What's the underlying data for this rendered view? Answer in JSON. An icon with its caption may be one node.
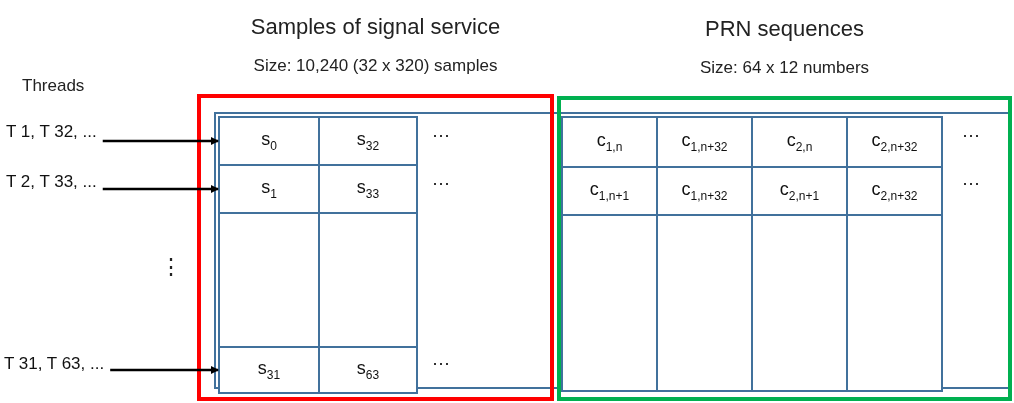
{
  "diagram": {
    "nodes": [
      {
        "text": [
          "Samples of signal service",
          "Size: 10,240 (32 x 320) samples"
        ]
      },
      {
        "text": [
          "PRN sequences",
          "Size: 64 x 12 numbers"
        ]
      },
      {
        "text": [
          "s$_{0}$"
        ],
        "in": 0
      },
      {
        "text": [
          "s$_{32}$"
        ],
        "in": 0
      },
      {
        "text": [
          "s$_{1}$"
        ],
        "in": 0
      },
      {
        "text": [
          "s$_{33}$"
        ],
        "in": 0
      },
      {
        "text": [],
        "shape": "box",
        "in": 0
      },
      {
        "text": [],
        "shape": "box",
        "in": 0
      },
      {
        "text": [
          "s$_{31}$"
        ],
        "in": 0
      },
      {
        "text": [
          "s$_{63}$"
        ],
        "in": 0
      },
      {
        "text": [
          "c$_{1,n}$"
        ],
        "in": 1
      },
      {
        "text": [
          "c$_{1,n+32}$"
        ],
        "in": 1
      },
      {
        "text": [
          "c$_{2,n}$"
        ],
        "in": 1
      },
      {
        "text": [
          "c$_{2,n+32}$"
        ],
        "in": 1
      },
      {
        "text": [
          "c$_{1,n+1}$"
        ],
        "in": 1
      },
      {
        "text": [
          "c$_{1,n+32}$"
        ],
        "in": 1
      },
      {
        "text": [
          "c$_{2,n+1}$"
        ],
        "in": 1
      },
      {
        "text": [
          "c$_{2,n+32}$"
        ],
        "in": 1
      },
      {
        "text": [],
        "shape": "box",
        "in": 1
      },
      {
        "text": [],
        "shape": "box",
        "in": 1
      },
      {
        "text": [],
        "shape": "box",
        "in": 1
      },
      {
        "text": [],
        "shape": "box",
        "in": 1
      },
      {
        "text": [
          "T 1, T 32, ..."
        ]
      },
      {
        "text": [
          "T 2, T 33, ..."
        ]
      },
      {
        "text": [
          "T 31, T 63, ..."
        ]
      }
    ],
    "edges": [
      {
        "from": 22,
        "to": 2,
        "arrow": "to"
      },
      {
        "from": 23,
        "to": 4,
        "arrow": "to"
      },
      {
        "from": 24,
        "to": 8,
        "arrow": "to"
      }
    ],
    "labels": [
      "Threads",
      "⋯",
      "⋯",
      "⋯",
      "⋯",
      "⋮",
      "⋯"
    ]
  }
}
